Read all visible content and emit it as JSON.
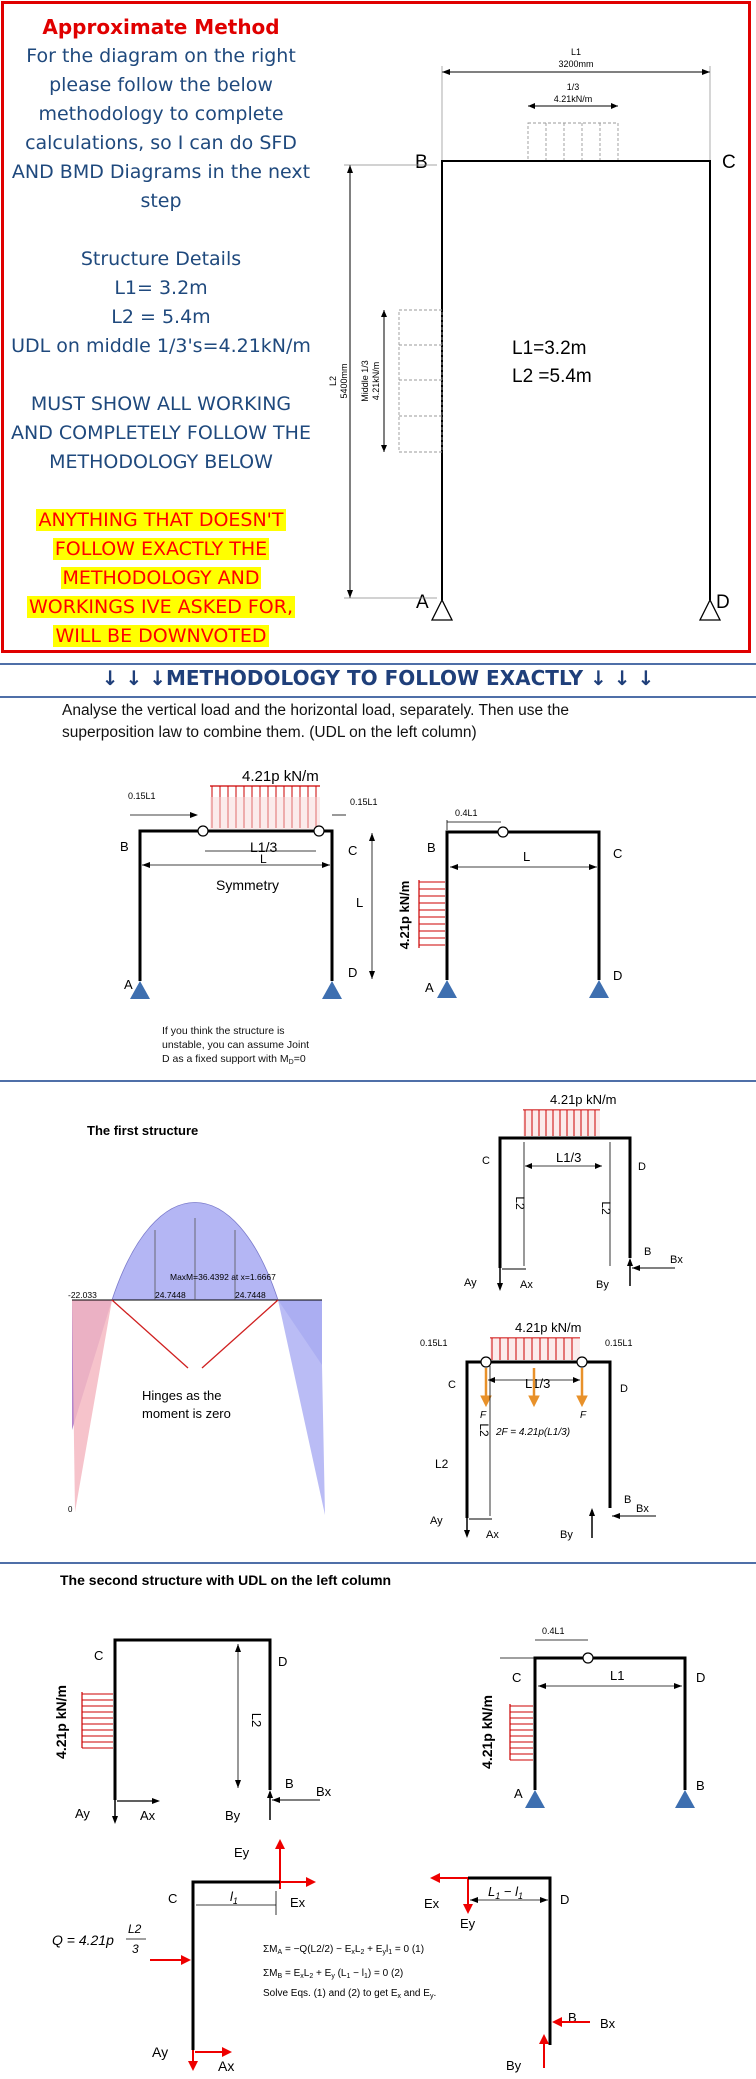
{
  "intro": {
    "title": "Approximate Method",
    "lines": [
      "For the diagram on the right",
      "please follow the below",
      "methodology to complete",
      "calculations, so I can do SFD",
      "AND BMD Diagrams in the next",
      "step"
    ],
    "details_title": "Structure Details",
    "details": [
      "L1= 3.2m",
      "L2 = 5.4m",
      "UDL on middle 1/3's=4.21kN/m"
    ],
    "must_lines": [
      "MUST SHOW ALL WORKING",
      "AND COMPLETELY FOLLOW THE",
      "METHODOLOGY BELOW"
    ],
    "warning_lines": [
      "ANYTHING THAT DOESN'T",
      "FOLLOW EXACTLY THE",
      "METHODOLOGY AND",
      "WORKINGS IVE ASKED FOR,",
      "WILL BE DOWNVOTED"
    ]
  },
  "frame": {
    "l1_label": "L1",
    "l1_value": "3200mm",
    "udl_frac": "1/3",
    "udl_value": "4.21kN/m",
    "node_b": "B",
    "node_c": "C",
    "node_a": "A",
    "node_d": "D",
    "l2_label": "L2",
    "l2_value": "5400mm",
    "middle_label": "Middle 1/3",
    "middle_value": "4.21kN/m",
    "dims_l1": "L1=3.2m",
    "dims_l2": "L2 =5.4m"
  },
  "methodology": {
    "heading": "↓ ↓ ↓METHODOLOGY TO FOLLOW EXACTLY ↓ ↓ ↓",
    "text_line1": "Analyse the vertical load and the horizontal load, separately.  Then use the",
    "text_line2": "superposition law to combine them. (UDL on the left column)"
  },
  "diag1": {
    "load": "4.21p kN/m",
    "left_offset": "0.15L1",
    "right_offset": "0.15L1",
    "b": "B",
    "c": "C",
    "a": "A",
    "d": "D",
    "span": "L1/3",
    "span_l": "L",
    "symmetry": "Symmetry",
    "height": "L",
    "note_lines": [
      "If you think the structure is",
      "unstable, you can assume Joint",
      "D as a fixed support with M",
      "=0"
    ],
    "note_sub": "D"
  },
  "diag2": {
    "offset": "0.4L1",
    "b": "B",
    "c": "C",
    "a": "A",
    "d": "D",
    "span": "L",
    "load": "4.21p kN/m"
  },
  "first": {
    "title": "The first structure",
    "max_label": "MaxM=36.4392  at x=1.6667",
    "v_left": "-22.033",
    "v_mid1": "24.7448",
    "v_mid2": "24.7448",
    "hinges_lines": [
      "Hinges as the",
      "moment is zero"
    ],
    "fbd1": {
      "load": "4.21p kN/m",
      "c": "C",
      "d": "D",
      "span": "L1/3",
      "l2a": "L2",
      "l2b": "L2",
      "b": "B",
      "bx": "Bx",
      "ay": "Ay",
      "ax": "Ax",
      "by": "By"
    },
    "fbd2": {
      "load": "4.21p kN/m",
      "off_l": "0.15L1",
      "off_r": "0.15L1",
      "c": "C",
      "d": "D",
      "span": "L1/3",
      "f1": "F",
      "f2": "F",
      "eq": "2F = 4.21p(L1/3)",
      "l2a": "L2",
      "l2b": "L2",
      "b": "B",
      "bx": "Bx",
      "ay": "Ay",
      "ax": "Ax",
      "by": "By"
    }
  },
  "second": {
    "title": "The second structure with UDL on the left column",
    "fbd1": {
      "load": "4.21p kN/m",
      "c": "C",
      "d": "D",
      "l2": "L2",
      "b": "B",
      "bx": "Bx",
      "ay": "Ay",
      "ax": "Ax",
      "by": "By"
    },
    "fbd2": {
      "offset": "0.4L1",
      "c": "C",
      "d": "D",
      "span": "L1",
      "load": "4.21p kN/m",
      "a": "A",
      "b": "B"
    },
    "fbd3": {
      "ey": "Ey",
      "ex": "Ex",
      "c": "C",
      "l1": "l",
      "l1_sub": "1",
      "q_lhs": "Q = 4.21p",
      "q_num": "L2",
      "q_den": "3",
      "eq1": "ΣM",
      "eq1_sub": "A",
      "eq1_rest": " = −Q(L2/2) − E",
      "eq1_a": "x",
      "eq1_b": "L",
      "eq1_c": "2",
      "eq1_d": " + E",
      "eq1_e": "y",
      "eq1_f": "l",
      "eq1_g": "1",
      "eq1_h": " = 0   (1)",
      "eq2": "ΣM",
      "eq2_sub": "B",
      "eq2_rest": " = E",
      "eq2_a": "x",
      "eq2_b": "L",
      "eq2_c": "2",
      "eq2_d": " + E",
      "eq2_e": "y",
      "eq2_f": " (L",
      "eq2_g": "1",
      "eq2_h": " − l",
      "eq2_i": "1",
      "eq2_j": ") = 0   (2)",
      "eq3": "Solve Eqs. (1) and (2) to get E",
      "eq3_a": "x",
      "eq3_b": " and E",
      "eq3_c": "y",
      "eq3_d": ".",
      "ay": "Ay",
      "ax": "Ax"
    },
    "fbd4": {
      "ex": "Ex",
      "ey": "Ey",
      "span_a": "L",
      "span_a_sub": "1",
      "span_b": " − l",
      "span_b_sub": "1",
      "d": "D",
      "b": "B",
      "bx": "Bx",
      "by": "By"
    }
  }
}
